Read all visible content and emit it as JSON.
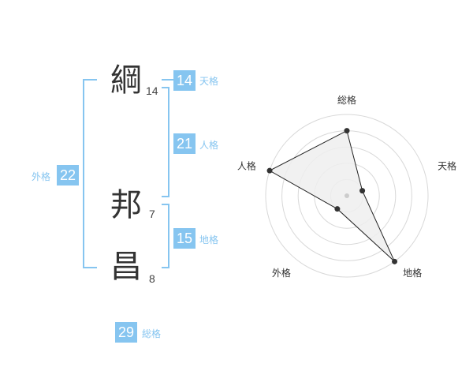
{
  "colors": {
    "accent": "#86c5f0",
    "text": "#333333",
    "radar_line": "#222222",
    "radar_fill": "#eeeeee",
    "grid": "#d8d8d8"
  },
  "name_chars": [
    {
      "char": "綱",
      "strokes": "14"
    },
    {
      "char": "邦",
      "strokes": "7"
    },
    {
      "char": "昌",
      "strokes": "8"
    }
  ],
  "fortune": {
    "tenkaku": {
      "value": "14",
      "label": "天格"
    },
    "jinkaku": {
      "value": "21",
      "label": "人格"
    },
    "chikaku": {
      "value": "15",
      "label": "地格"
    },
    "gaikaku": {
      "value": "22",
      "label": "外格"
    },
    "soukaku": {
      "value": "29",
      "label": "総格"
    }
  },
  "chart_data": {
    "type": "radar",
    "axes": [
      "総格",
      "天格",
      "地格",
      "外格",
      "人格"
    ],
    "values": [
      4,
      1,
      5,
      1,
      5
    ],
    "rmax": 5
  }
}
